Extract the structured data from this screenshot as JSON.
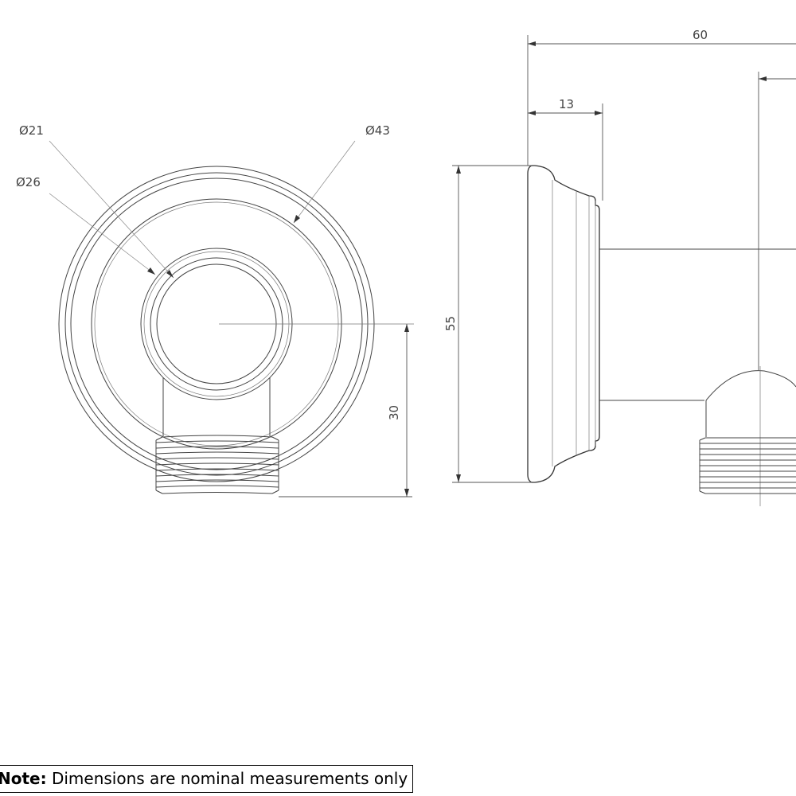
{
  "front_view": {
    "dim_inner_diameter": "Ø21",
    "dim_outer_small_diameter": "Ø26",
    "dim_flange_diameter": "Ø43",
    "dim_height_to_thread": "30"
  },
  "side_view": {
    "dim_total_length": "60",
    "dim_flange_depth": "13",
    "dim_flange_height": "55"
  },
  "note": {
    "label": "Note:",
    "text": " Dimensions are nominal measurements only"
  }
}
